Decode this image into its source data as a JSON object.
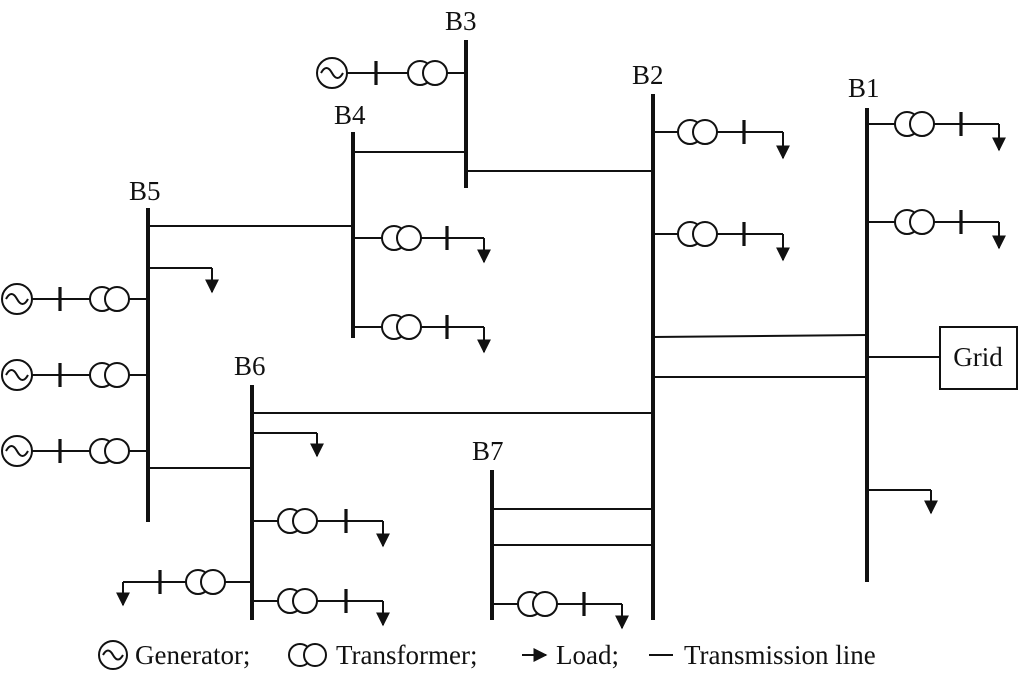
{
  "buses": [
    {
      "id": "B1",
      "label": "B1"
    },
    {
      "id": "B2",
      "label": "B2"
    },
    {
      "id": "B3",
      "label": "B3"
    },
    {
      "id": "B4",
      "label": "B4"
    },
    {
      "id": "B5",
      "label": "B5"
    },
    {
      "id": "B6",
      "label": "B6"
    },
    {
      "id": "B7",
      "label": "B7"
    }
  ],
  "grid": {
    "label": "Grid"
  },
  "legend": {
    "generator": "Generator;",
    "transformer": "Transformer;",
    "load": "Load;",
    "line": "Transmission line"
  },
  "icons": [
    "generator-icon",
    "transformer-icon",
    "load-arrow-icon",
    "breaker-icon"
  ]
}
